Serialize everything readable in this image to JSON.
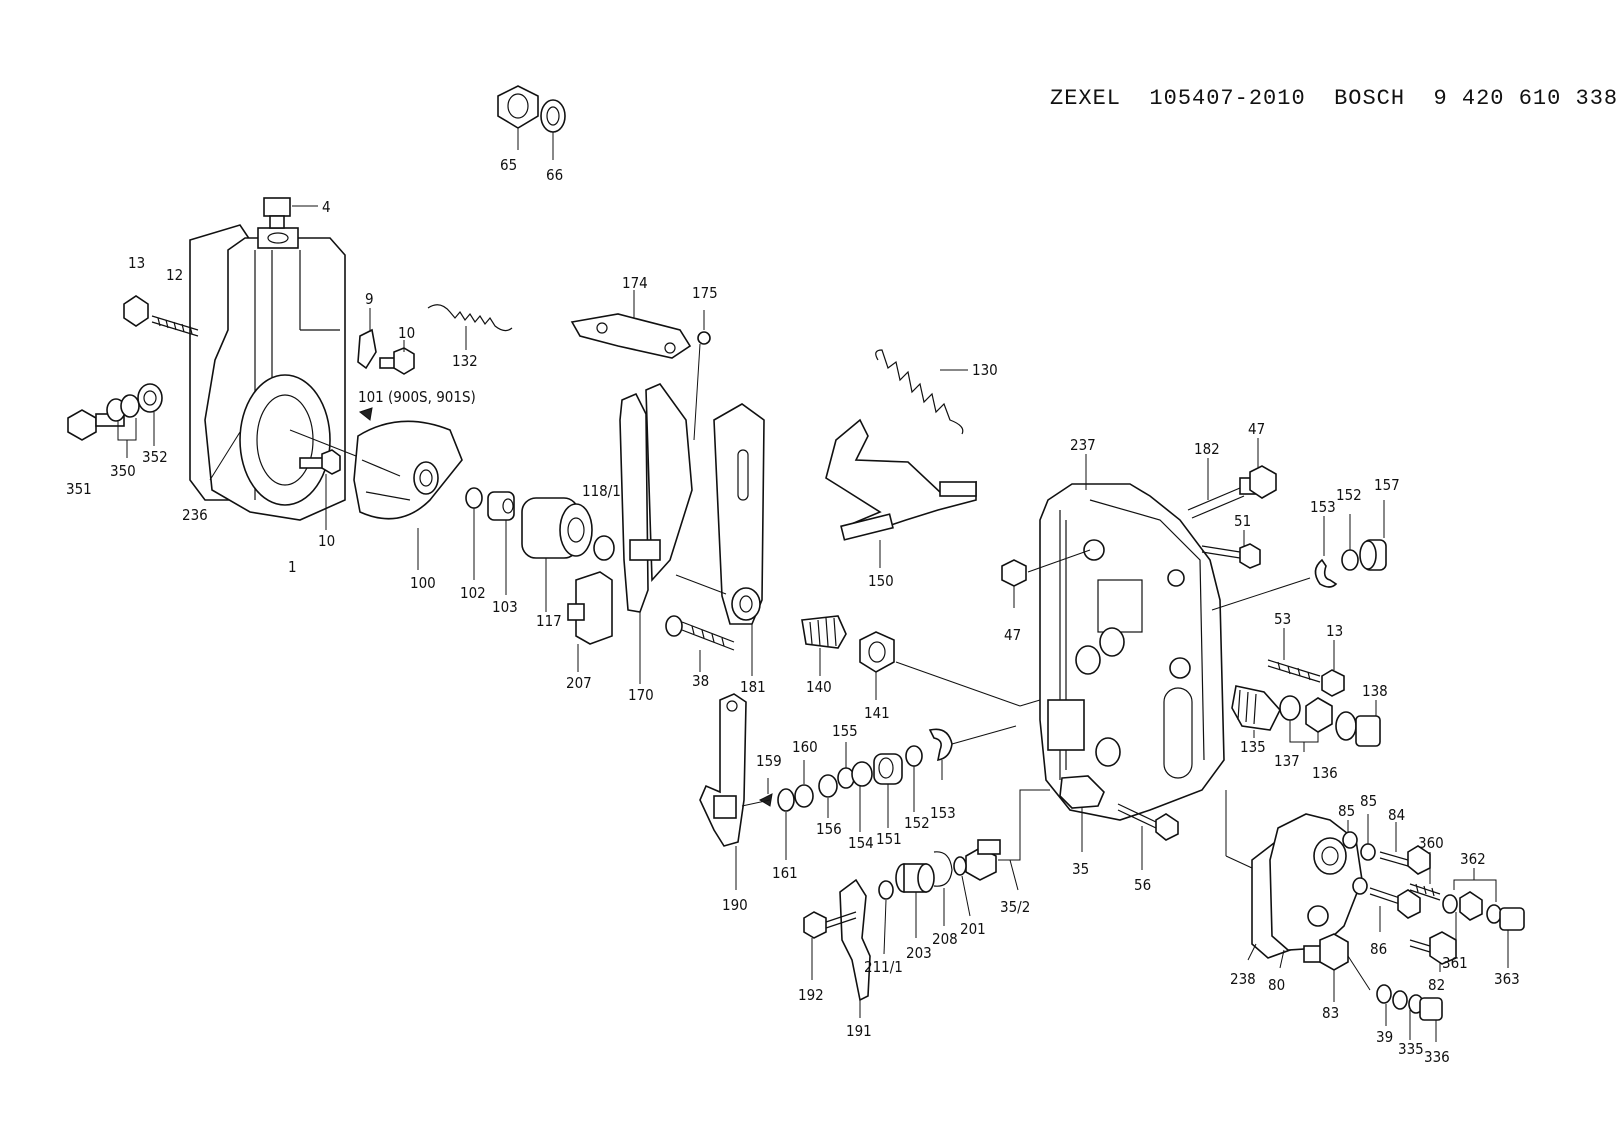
{
  "header": {
    "maker1": "ZEXEL",
    "part_no1": "105407-2010",
    "maker2": "BOSCH",
    "part_no2": "9 420 610 338"
  },
  "callouts": {
    "c65": "65",
    "c66": "66",
    "c4": "4",
    "c13a": "13",
    "c12": "12",
    "c9": "9",
    "c10a": "10",
    "c132": "132",
    "c174": "174",
    "c175": "175",
    "c130": "130",
    "c101": "101 (900S, 901S)",
    "c351": "351",
    "c350": "350",
    "c352": "352",
    "c236": "236",
    "c1": "1",
    "c10b": "10",
    "c100": "100",
    "c102": "102",
    "c103": "103",
    "c117": "117",
    "c118": "118/1",
    "c207": "207",
    "c170": "170",
    "c38": "38",
    "c181": "181",
    "c140": "140",
    "c141": "141",
    "c150": "150",
    "c237": "237",
    "c182": "182",
    "c47a": "47",
    "c51": "51",
    "c153a": "153",
    "c152a": "152",
    "c157": "157",
    "c47b": "47",
    "c53": "53",
    "c13b": "13",
    "c138": "138",
    "c135": "135",
    "c137": "137",
    "c136": "136",
    "c190": "190",
    "c159": "159",
    "c160": "160",
    "c155": "155",
    "c161": "161",
    "c156": "156",
    "c154": "154",
    "c151": "151",
    "c152b": "152",
    "c153b": "153",
    "c35": "35",
    "c56": "56",
    "c85a": "85",
    "c85b": "85",
    "c84": "84",
    "c360": "360",
    "c362": "362",
    "c192": "192",
    "c211": "211/1",
    "c203": "203",
    "c208": "208",
    "c201": "201",
    "c352b": "35/2",
    "c191": "191",
    "c238": "238",
    "c80": "80",
    "c86": "86",
    "c361": "361",
    "c82": "82",
    "c363": "363",
    "c83": "83",
    "c39": "39",
    "c335": "335",
    "c336": "336"
  }
}
